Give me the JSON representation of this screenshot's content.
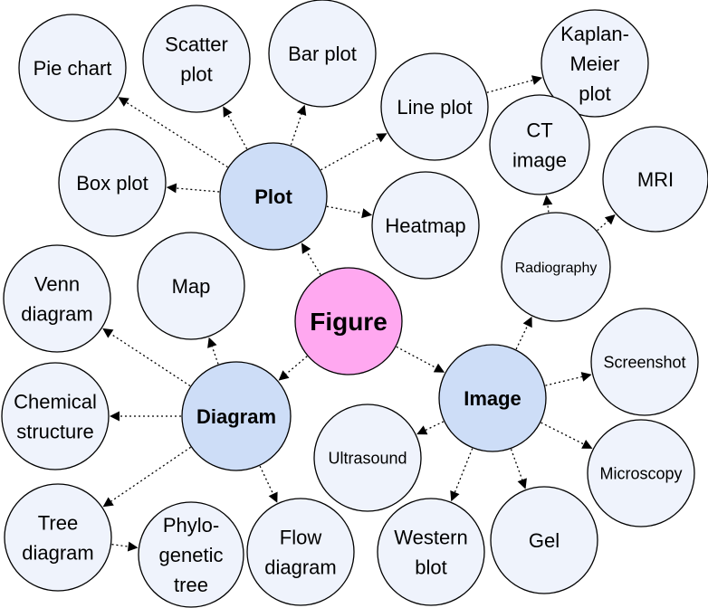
{
  "colors": {
    "root": "#ffa8f0",
    "category": "#cdddf7",
    "leaf": "#eff3fc",
    "outline": "#000000"
  },
  "nodes": [
    {
      "id": "figure",
      "label": "Figure",
      "kind": "root"
    },
    {
      "id": "plot",
      "label": "Plot",
      "kind": "category"
    },
    {
      "id": "diagram",
      "label": "Diagram",
      "kind": "category"
    },
    {
      "id": "image",
      "label": "Image",
      "kind": "category"
    },
    {
      "id": "pie-chart",
      "label": "Pie chart",
      "kind": "leaf"
    },
    {
      "id": "scatter-plot",
      "label": "Scatter plot",
      "kind": "leaf"
    },
    {
      "id": "bar-plot",
      "label": "Bar plot",
      "kind": "leaf"
    },
    {
      "id": "line-plot",
      "label": "Line plot",
      "kind": "leaf"
    },
    {
      "id": "kaplan-meier-plot",
      "label": "Kaplan-Meier plot",
      "kind": "leaf"
    },
    {
      "id": "box-plot",
      "label": "Box plot",
      "kind": "leaf"
    },
    {
      "id": "heatmap",
      "label": "Heatmap",
      "kind": "leaf"
    },
    {
      "id": "ct-image",
      "label": "CT image",
      "kind": "leaf"
    },
    {
      "id": "mri",
      "label": "MRI",
      "kind": "leaf"
    },
    {
      "id": "radiography",
      "label": "Radiography",
      "kind": "leaf"
    },
    {
      "id": "map",
      "label": "Map",
      "kind": "leaf"
    },
    {
      "id": "venn-diagram",
      "label": "Venn diagram",
      "kind": "leaf"
    },
    {
      "id": "chemical-structure",
      "label": "Chemical structure",
      "kind": "leaf"
    },
    {
      "id": "tree-diagram",
      "label": "Tree diagram",
      "kind": "leaf"
    },
    {
      "id": "phylogenetic-tree",
      "label": "Phylo-genetic tree",
      "kind": "leaf"
    },
    {
      "id": "flow-diagram",
      "label": "Flow diagram",
      "kind": "leaf"
    },
    {
      "id": "screenshot",
      "label": "Screenshot",
      "kind": "leaf"
    },
    {
      "id": "microscopy",
      "label": "Microscopy",
      "kind": "leaf"
    },
    {
      "id": "ultrasound",
      "label": "Ultrasound",
      "kind": "leaf"
    },
    {
      "id": "western-blot",
      "label": "Western blot",
      "kind": "leaf"
    },
    {
      "id": "gel",
      "label": "Gel",
      "kind": "leaf"
    }
  ],
  "edges": [
    {
      "from": "figure",
      "to": "plot"
    },
    {
      "from": "figure",
      "to": "diagram"
    },
    {
      "from": "figure",
      "to": "image"
    },
    {
      "from": "plot",
      "to": "pie-chart"
    },
    {
      "from": "plot",
      "to": "scatter-plot"
    },
    {
      "from": "plot",
      "to": "bar-plot"
    },
    {
      "from": "plot",
      "to": "line-plot"
    },
    {
      "from": "plot",
      "to": "box-plot"
    },
    {
      "from": "plot",
      "to": "heatmap"
    },
    {
      "from": "line-plot",
      "to": "kaplan-meier-plot"
    },
    {
      "from": "diagram",
      "to": "map"
    },
    {
      "from": "diagram",
      "to": "venn-diagram"
    },
    {
      "from": "diagram",
      "to": "chemical-structure"
    },
    {
      "from": "diagram",
      "to": "tree-diagram"
    },
    {
      "from": "diagram",
      "to": "flow-diagram"
    },
    {
      "from": "tree-diagram",
      "to": "phylogenetic-tree"
    },
    {
      "from": "image",
      "to": "radiography"
    },
    {
      "from": "image",
      "to": "screenshot"
    },
    {
      "from": "image",
      "to": "microscopy"
    },
    {
      "from": "image",
      "to": "ultrasound"
    },
    {
      "from": "image",
      "to": "western-blot"
    },
    {
      "from": "image",
      "to": "gel"
    },
    {
      "from": "radiography",
      "to": "ct-image"
    },
    {
      "from": "radiography",
      "to": "mri"
    }
  ]
}
